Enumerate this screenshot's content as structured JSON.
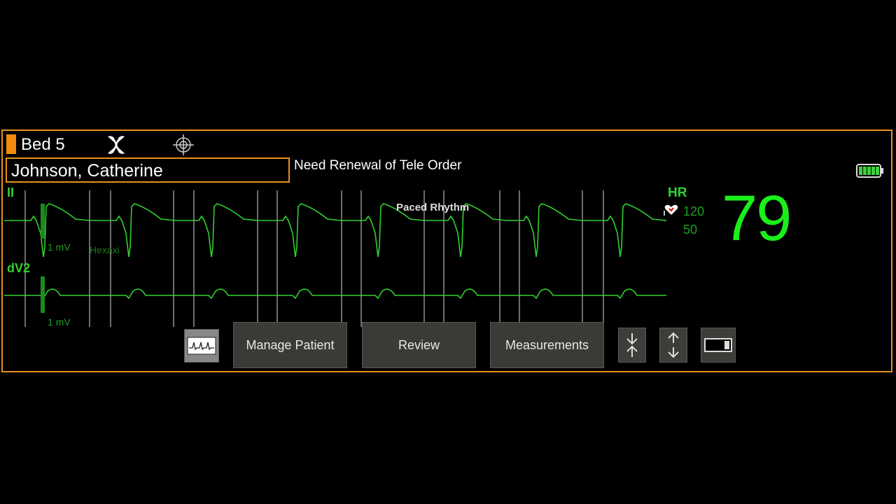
{
  "header": {
    "bed_label": "Bed 5",
    "icons": [
      "close-x-icon",
      "target-crosshair-icon"
    ]
  },
  "patient": {
    "name": "Johnson, Catherine"
  },
  "alert": {
    "message": "Need Renewal of Tele Order"
  },
  "waveforms": {
    "lead_1": {
      "label": "II",
      "scale": "1 mV",
      "annotation": "Hexaxi"
    },
    "lead_2": {
      "label": "dV2",
      "scale": "1 mV"
    },
    "rhythm": "Paced Rhythm"
  },
  "vitals": {
    "hr_label": "HR",
    "hr_value": "79",
    "hr_high_limit": "120",
    "hr_low_limit": "50",
    "alarm_icon": "heart-alarm-icon"
  },
  "toolbar": {
    "waveform_icon": "waveform-icon",
    "manage_patient": "Manage Patient",
    "review": "Review",
    "measurements": "Measurements",
    "collapse_icon": "collapse-arrows-icon",
    "expand_icon": "expand-arrows-icon",
    "display_icon": "display-toggle-icon"
  },
  "status": {
    "battery_icon": "battery-full-icon"
  },
  "colors": {
    "accent_orange": "#e8901c",
    "wave_green": "#2fd12f",
    "hr_green": "#1aef1a"
  }
}
